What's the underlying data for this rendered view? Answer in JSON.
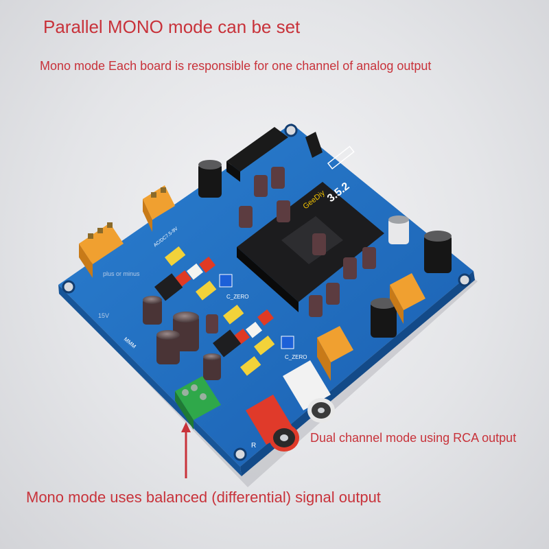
{
  "captions": {
    "title": "Parallel MONO mode can be set",
    "subtitle": "Mono mode Each board is responsible for one channel of analog output",
    "rca_note": "Dual channel mode using RCA output",
    "balanced_note": "Mono mode uses balanced (differential) signal output"
  },
  "board": {
    "brand": "GeeDiy",
    "version": "3.5.2",
    "power_label": "AC/DC7.5-9V",
    "plus_minus": "plus or minus",
    "silk_15v": "15V",
    "silk_mmm": "MMM",
    "c_zero": "C_ZERO",
    "r_label": "R"
  },
  "colors": {
    "caption": "#c8323a",
    "pcb": "#1f6fc0",
    "pcb_edge": "#1a5ea6",
    "terminal_orange": "#f0a030",
    "terminal_green": "#2fa84a",
    "rca_red": "#e03a2a",
    "rca_white": "#f2f2f2"
  }
}
